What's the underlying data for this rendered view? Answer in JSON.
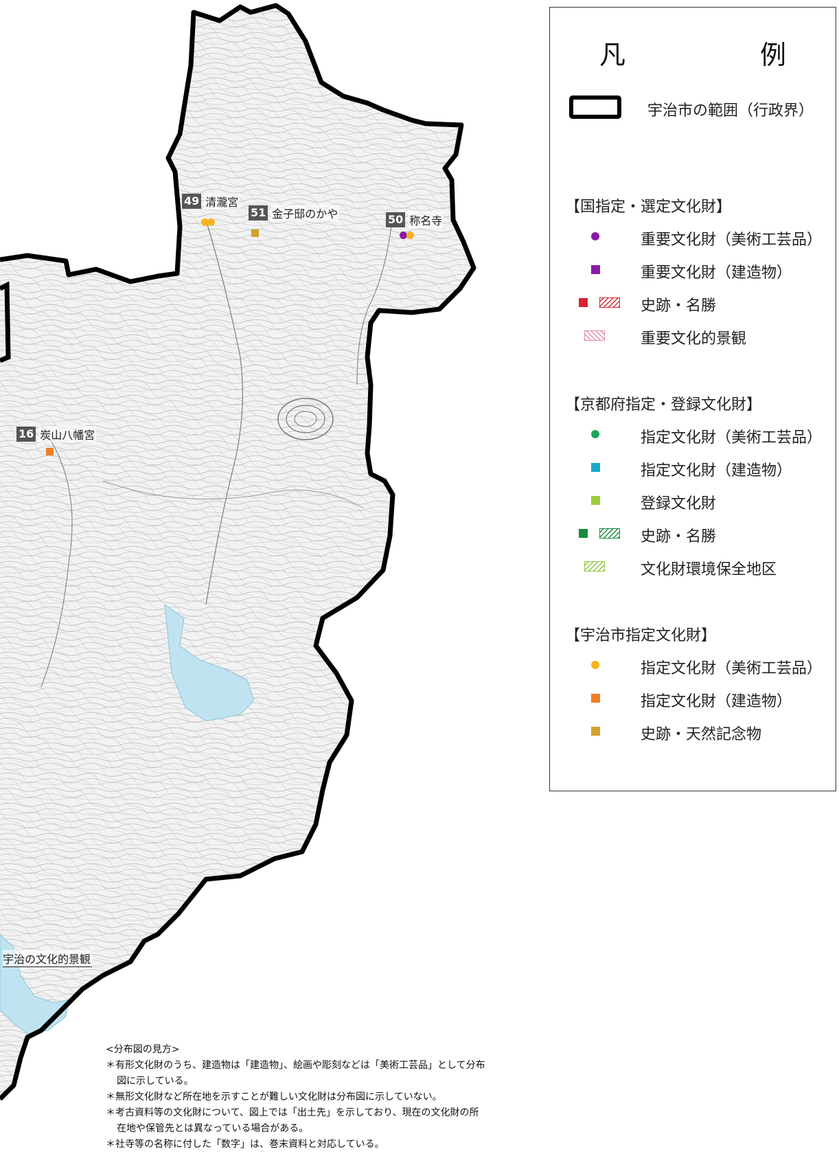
{
  "map": {
    "sites": [
      {
        "number": "49",
        "name": "清瀧宮"
      },
      {
        "number": "51",
        "name": "金子邸のかや"
      },
      {
        "number": "50",
        "name": "称名寺"
      },
      {
        "number": "16",
        "name": "炭山八幡宮"
      }
    ],
    "landscape_label": "宇治の文化的景観",
    "colors": {
      "boundary": "#000000",
      "water": "#bfe3f0",
      "land": "#f2f2f2",
      "contour": "#b5b5b5"
    }
  },
  "legend": {
    "title": "凡　　例",
    "boundary_label": "宇治市の範囲（行政界）",
    "sections": [
      {
        "title": "【国指定・選定文化財】",
        "items": [
          {
            "symbol": "circle",
            "color": "#8a1aa8",
            "label": "重要文化財（美術工芸品）"
          },
          {
            "symbol": "square",
            "color": "#8a1aa8",
            "label": "重要文化財（建造物）"
          },
          {
            "symbol": "square+hatch",
            "color": "#d92430",
            "label": "史跡・名勝"
          },
          {
            "symbol": "hatch",
            "color": "#e889a8",
            "label": "重要文化的景観"
          }
        ]
      },
      {
        "title": "【京都府指定・登録文化財】",
        "items": [
          {
            "symbol": "circle",
            "color": "#1aa655",
            "label": "指定文化財（美術工芸品）"
          },
          {
            "symbol": "square",
            "color": "#1aa8c8",
            "label": "指定文化財（建造物）"
          },
          {
            "symbol": "square",
            "color": "#9ccc3c",
            "label": "登録文化財"
          },
          {
            "symbol": "square+hatch",
            "color": "#1a8a3a",
            "label": "史跡・名勝"
          },
          {
            "symbol": "hatch",
            "color": "#8cc63e",
            "label": "文化財環境保全地区"
          }
        ]
      },
      {
        "title": "【宇治市指定文化財】",
        "items": [
          {
            "symbol": "circle",
            "color": "#f5b41e",
            "label": "指定文化財（美術工芸品）"
          },
          {
            "symbol": "square",
            "color": "#f07f28",
            "label": "指定文化財（建造物）"
          },
          {
            "symbol": "square",
            "color": "#d4a02c",
            "label": "史跡・天然記念物"
          }
        ]
      }
    ]
  },
  "notes": {
    "title": "<分布図の見方>",
    "items": [
      "＊有形文化財のうち、建造物は「建造物」、絵画や彫刻などは「美術工芸品」として分布図に示している。",
      "＊無形文化財など所在地を示すことが難しい文化財は分布図に示していない。",
      "＊考古資料等の文化財について、図上では「出土先」を示しており、現在の文化財の所在地や保管先とは異なっている場合がある。",
      "＊社寺等の名称に付した「数字」は、巻末資料と対応している。"
    ]
  }
}
